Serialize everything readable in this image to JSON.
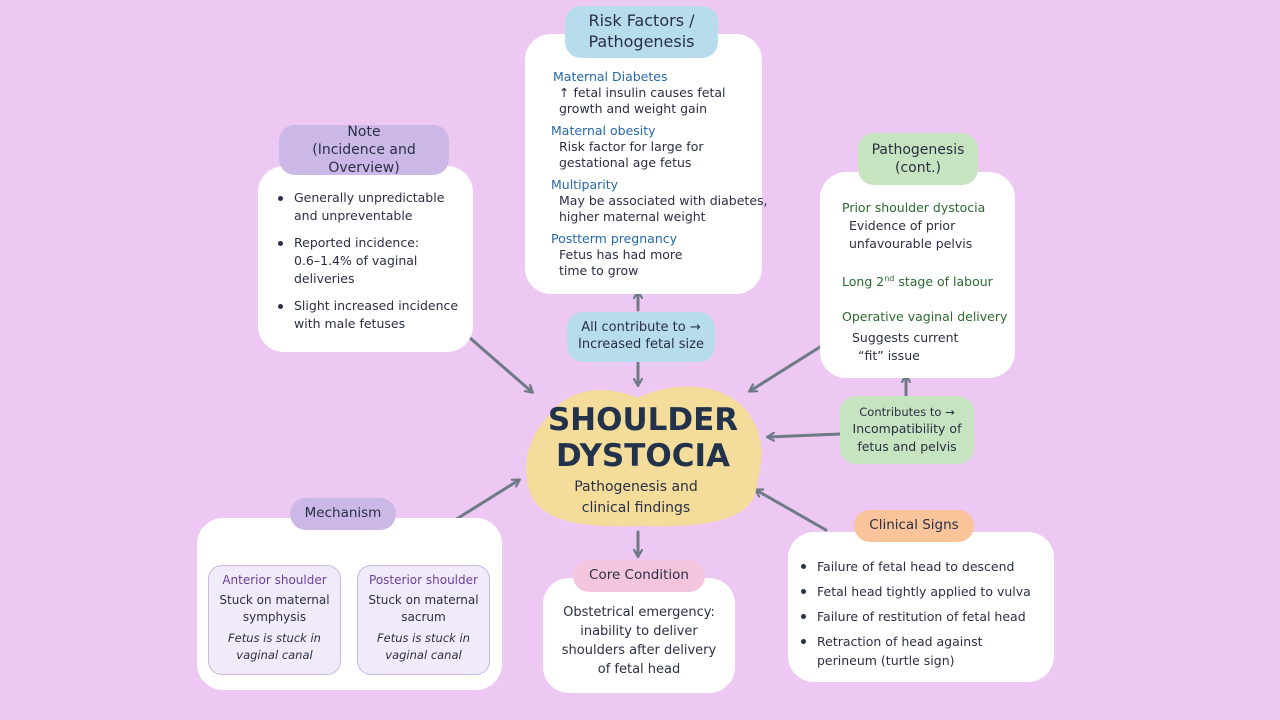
{
  "center": {
    "title_line1": "SHOULDER",
    "title_line2": "DYSTOCIA",
    "subtitle_line1": "Pathogenesis and",
    "subtitle_line2": "clinical findings"
  },
  "risk_factors": {
    "header_line1": "Risk Factors /",
    "header_line2": "Pathogenesis",
    "items": [
      {
        "title": "Maternal Diabetes",
        "line1": "↑ fetal insulin causes fetal",
        "line2": "growth and weight gain"
      },
      {
        "title": "Maternal obesity",
        "line1": "Risk factor for large for",
        "line2": "gestational age fetus"
      },
      {
        "title": "Multiparity",
        "line1": "May be associated with diabetes,",
        "line2": "higher maternal weight"
      },
      {
        "title": "Postterm pregnancy",
        "line1": "Fetus has had more",
        "line2": "time to grow"
      }
    ]
  },
  "contribute_fetal": {
    "line1": "All contribute to →",
    "line2": "Increased fetal size"
  },
  "note": {
    "header_line1": "Note",
    "header_line2": "(Incidence and Overview)",
    "bullets": [
      {
        "line1": "Generally unpredictable",
        "line2": "and unpreventable",
        "line3": ""
      },
      {
        "line1": "Reported incidence:",
        "line2": "0.6–1.4% of vaginal",
        "line3": "deliveries"
      },
      {
        "line1": "Slight increased incidence",
        "line2": "with male fetuses",
        "line3": ""
      }
    ]
  },
  "pathogenesis_cont": {
    "header_line1": "Pathogenesis",
    "header_line2": "(cont.)",
    "item1_title": "Prior shoulder dystocia",
    "item1_line1": "Evidence of prior",
    "item1_line2": "unfavourable pelvis",
    "item2_title_pre": "Long 2",
    "item2_sup": "nd",
    "item2_title_post": " stage of labour",
    "item3_title": "Operative vaginal delivery",
    "item3_line1": "Suggests current",
    "item3_line2": "“fit” issue"
  },
  "contribute_pelvis": {
    "line1": "Contributes to →",
    "line2": "Incompatibility of",
    "line3": "fetus and pelvis"
  },
  "mechanism": {
    "header": "Mechanism",
    "anterior": {
      "title": "Anterior shoulder",
      "line1": "Stuck on maternal",
      "line2": "symphysis",
      "note1": "Fetus is stuck in",
      "note2": "vaginal canal"
    },
    "posterior": {
      "title": "Posterior shoulder",
      "line1": "Stuck on maternal",
      "line2": "sacrum",
      "note1": "Fetus is stuck in",
      "note2": "vaginal canal"
    }
  },
  "core_condition": {
    "header": "Core Condition",
    "line1": "Obstetrical emergency:",
    "line2": "inability to deliver",
    "line3": "shoulders after delivery",
    "line4": "of fetal head"
  },
  "clinical_signs": {
    "header": "Clinical Signs",
    "bullets": [
      {
        "line1": "Failure of fetal head to descend",
        "line2": ""
      },
      {
        "line1": "Fetal head tightly applied to vulva",
        "line2": ""
      },
      {
        "line1": "Failure of restitution of fetal head",
        "line2": ""
      },
      {
        "line1": "Retraction of head against",
        "line2": "perineum (turtle sign)"
      }
    ]
  },
  "colors": {
    "background": "#ecc8f2",
    "center": "#f4dc9b",
    "risk_header": "#b7dced",
    "note_header": "#cbb8e6",
    "pathogenesis_header": "#c6e4bf",
    "clinical_header": "#f9c49a",
    "core_header": "#f4c6de",
    "arrow": "#6e7a86"
  }
}
